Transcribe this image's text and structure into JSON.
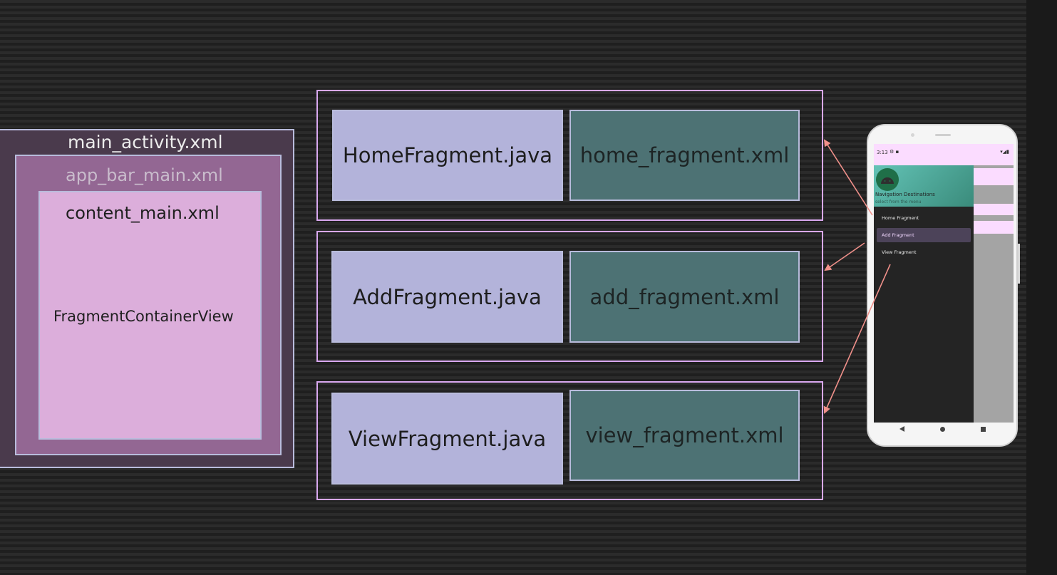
{
  "layout_files": {
    "main_activity": "main_activity.xml",
    "app_bar_main": "app_bar_main.xml",
    "content_main": "content_main.xml",
    "container": "FragmentContainerView"
  },
  "fragments": [
    {
      "java": "HomeFragment.java",
      "xml": "home_fragment.xml"
    },
    {
      "java": "AddFragment.java",
      "xml": "add_fragment.xml"
    },
    {
      "java": "ViewFragment.java",
      "xml": "view_fragment.xml"
    }
  ],
  "phone": {
    "time": "3:13",
    "status_icons": "⚙ ▪",
    "status_right": "▾◢▮",
    "header_title": "Navigation Destinations",
    "header_subtitle": "select from the menu",
    "menu_items": [
      "Home Fragment",
      "Add Fragment",
      "View Fragment"
    ],
    "selected_index": 1
  },
  "colors": {
    "arrow": "#f0908a",
    "group_border": "#d9a8f0",
    "java_bg": "#b3b3da",
    "xml_bg": "#4d7274"
  }
}
